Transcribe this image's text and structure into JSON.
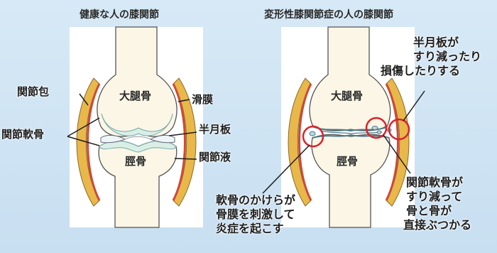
{
  "titles": {
    "healthy": "健康な人の膝関節",
    "oa": "変形性膝関節症の人の膝関節"
  },
  "healthy_knee": {
    "femur": "大腿骨",
    "tibia": "脛骨",
    "joint_capsule": "関節包",
    "articular_cartilage": "関節軟骨",
    "synovium": "滑膜",
    "meniscus": "半月板",
    "synovial_fluid": "関節液"
  },
  "oa_knee": {
    "femur": "大腿骨",
    "tibia": "脛骨",
    "meniscus_note": [
      "半月板が",
      "すり減ったり",
      "損傷したりする"
    ],
    "cartilage_note": [
      "関節軟骨が",
      "すり減って",
      "骨と骨が",
      "直接ぶつかる"
    ],
    "fragment_note": [
      "軟骨のかけらが",
      "骨膜を刺激して",
      "炎症を起こす"
    ]
  },
  "colors": {
    "background": "#d0e5f4",
    "capsule": "#e9b84a",
    "capsule_inner": "#cc4a3a",
    "bone": "#fbf6e6",
    "cartilage": "#d9efe6",
    "highlight_circle": "#d9232d"
  }
}
